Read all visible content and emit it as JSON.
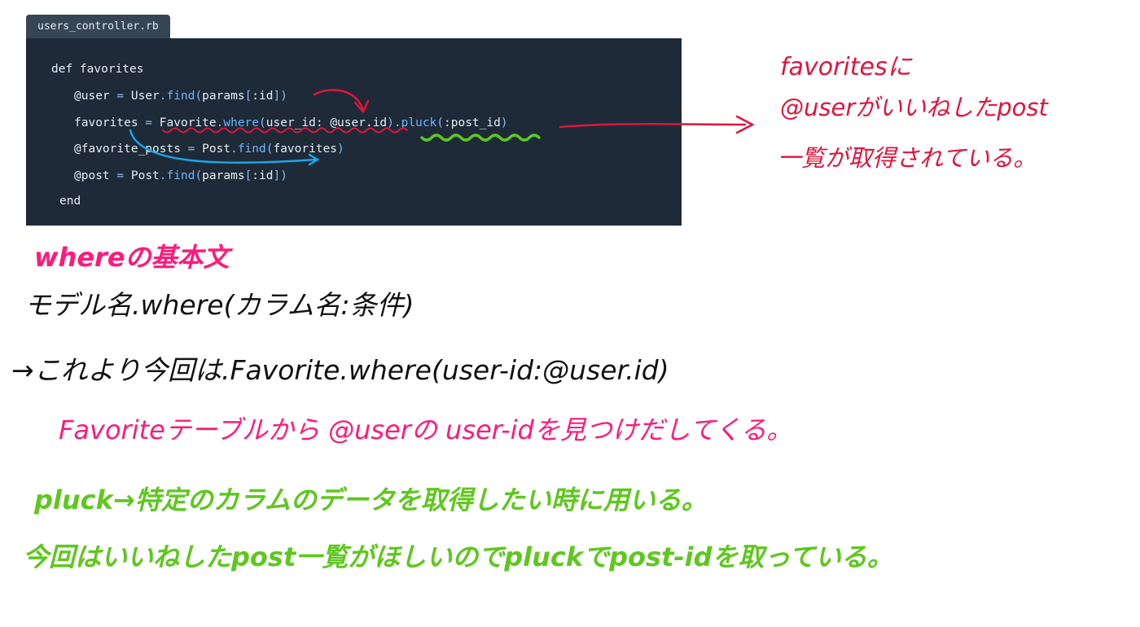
{
  "file_tab": {
    "label": "users_controller.rb"
  },
  "code": {
    "line1": {
      "def": "def",
      "name": " favorites"
    },
    "line2": {
      "lhs": "@user",
      "eq": " = ",
      "cls": "User",
      "dot": ".",
      "meth": "find",
      "open": "(",
      "arg": "params",
      "lb": "[",
      "key": ":id",
      "rb": "]",
      "close": ")"
    },
    "line3": {
      "lhs": "favorites",
      "eq": " = ",
      "cls": "Favorite",
      "dot": ".",
      "meth": "where",
      "open": "(",
      "arg": "user_id: @user.id",
      "close": ")",
      "dot2": ".",
      "meth2": "pluck",
      "open2": "(",
      "arg2": ":post_id",
      "close2": ")"
    },
    "line4": {
      "lhs": "@favorite_posts",
      "eq": " = ",
      "cls": "Post",
      "dot": ".",
      "meth": "find",
      "open": "(",
      "arg": "favorites",
      "close": ")"
    },
    "line5": {
      "lhs": "@post",
      "eq": " = ",
      "cls": "Post",
      "dot": ".",
      "meth": "find",
      "open": "(",
      "arg": "params",
      "lb": "[",
      "key": ":id",
      "rb": "]",
      "close": ")"
    },
    "line6": {
      "end": "end"
    }
  },
  "notes": {
    "side_1": "favoritesに",
    "side_2": "@userがいいねしたpost",
    "side_3": "一覧が取得されている。",
    "where_title": "whereの基本文",
    "where_syntax": "モデル名.where(カラム名:条件)",
    "this_time": "→これより今回は.Favorite.where(user-id:@user.id)",
    "explain": "Favoriteテーブルから @userの user-idを見つけだしてくる。",
    "pluck_1": "pluck→特定のカラムのデータを取得したい時に用いる。",
    "pluck_2": "今回はいいねしたpost一覧がほしいのでpluckでpost-idを取っている。"
  },
  "colors": {
    "red": "#e0143c",
    "pink": "#ff1a7a",
    "green": "#5fc71f",
    "blue": "#1aa7e8",
    "code_bg": "#1e2a38"
  }
}
